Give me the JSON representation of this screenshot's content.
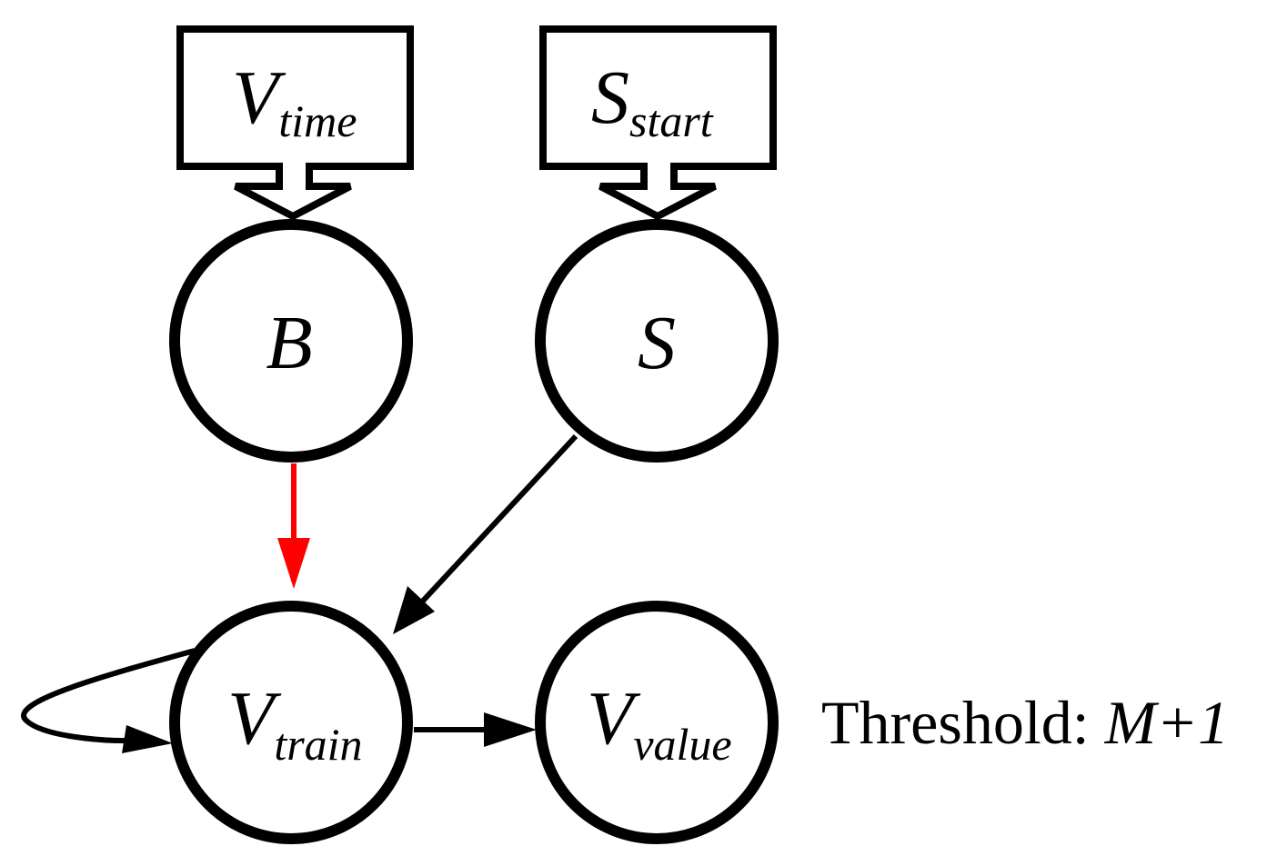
{
  "colors": {
    "stroke": "#000000",
    "highlight_edge": "#ff0000",
    "background": "#ffffff"
  },
  "boxes": [
    {
      "id": "v_time_box",
      "base": "V",
      "sub": "time"
    },
    {
      "id": "s_start_box",
      "base": "S",
      "sub": "start"
    }
  ],
  "nodes": [
    {
      "id": "B",
      "base": "B",
      "sub": ""
    },
    {
      "id": "S",
      "base": "S",
      "sub": ""
    },
    {
      "id": "V_train",
      "base": "V",
      "sub": "train"
    },
    {
      "id": "V_value",
      "base": "V",
      "sub": "value"
    }
  ],
  "edges": [
    {
      "from": "v_time_box",
      "to": "B",
      "style": "hollow-arrow",
      "color": "#000000"
    },
    {
      "from": "s_start_box",
      "to": "S",
      "style": "hollow-arrow",
      "color": "#000000"
    },
    {
      "from": "B",
      "to": "V_train",
      "style": "arrow",
      "color": "#ff0000"
    },
    {
      "from": "S",
      "to": "V_train",
      "style": "arrow",
      "color": "#000000"
    },
    {
      "from": "V_train",
      "to": "V_train",
      "style": "self-loop",
      "color": "#000000"
    },
    {
      "from": "V_train",
      "to": "V_value",
      "style": "arrow",
      "color": "#000000"
    }
  ],
  "threshold": {
    "label": "Threshold: ",
    "value": "M+1"
  }
}
